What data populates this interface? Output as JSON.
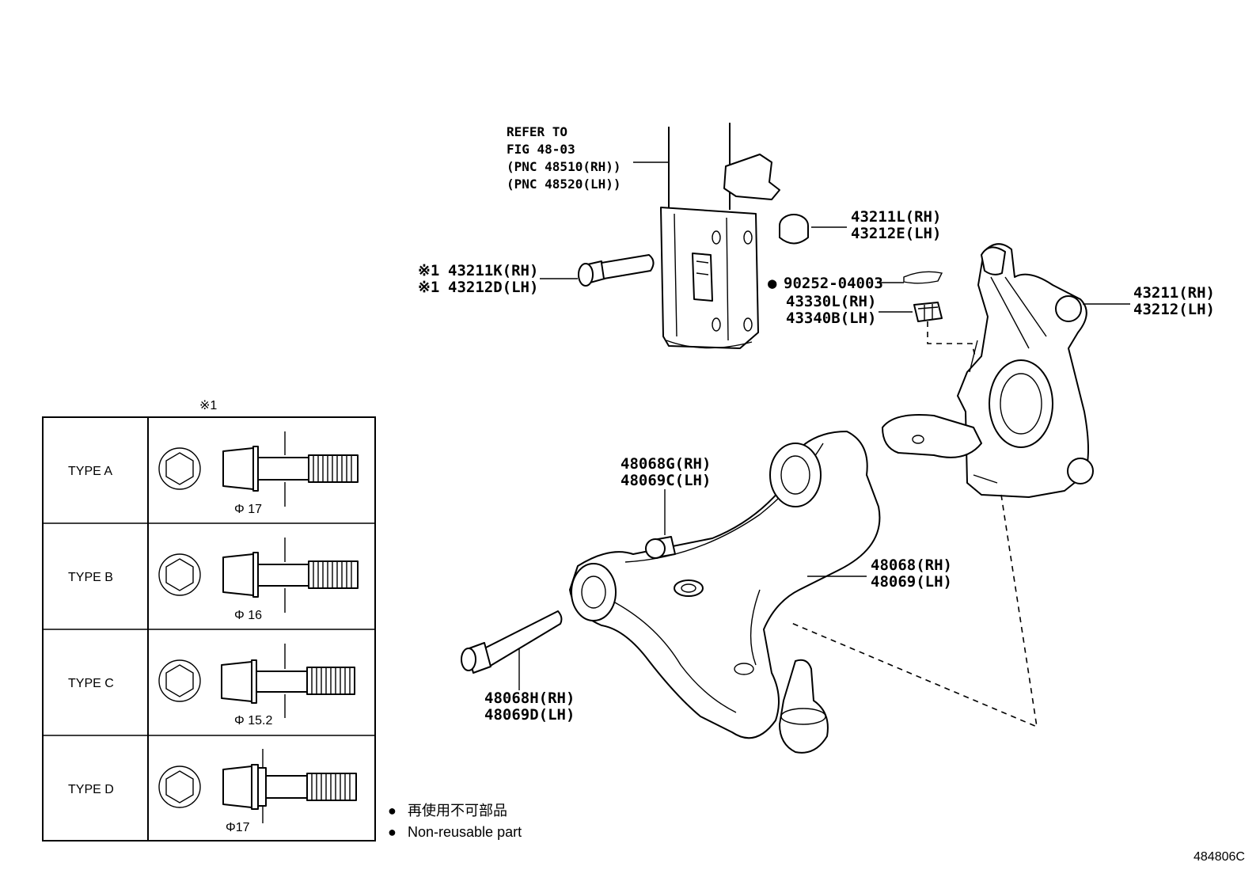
{
  "refer": {
    "line1": "REFER TO",
    "line2": "FIG 48-03",
    "line3": "(PNC 48510(RH))",
    "line4": "(PNC 48520(LH))"
  },
  "labels": {
    "p43211L": "43211L(RH)",
    "p43212E": "43212E(LH)",
    "p43211K_mark": "※1",
    "p43211K": "43211K(RH)",
    "p43212D_mark": "※1",
    "p43212D": "43212D(LH)",
    "p90252_mark": "●",
    "p90252": "90252-04003",
    "p43330L": "43330L(RH)",
    "p43340B": "43340B(LH)",
    "p43211": "43211(RH)",
    "p43212": "43212(LH)",
    "p48068G": "48068G(RH)",
    "p48069C": "48069C(LH)",
    "p48068": "48068(RH)",
    "p48069": "48069(LH)",
    "p48068H": "48068H(RH)",
    "p48069D": "48069D(LH)"
  },
  "type_table": {
    "header": "※1",
    "rows": [
      {
        "type": "TYPE  A",
        "dia": "Φ 17"
      },
      {
        "type": "TYPE  B",
        "dia": "Φ 16"
      },
      {
        "type": "TYPE  C",
        "dia": "Φ 15.2"
      },
      {
        "type": "TYPE  D",
        "dia": "Φ17"
      }
    ]
  },
  "legend": {
    "bullet": "●",
    "jp": "再使用不可部品",
    "en": "Non-reusable part"
  },
  "figure_code": "484806C"
}
